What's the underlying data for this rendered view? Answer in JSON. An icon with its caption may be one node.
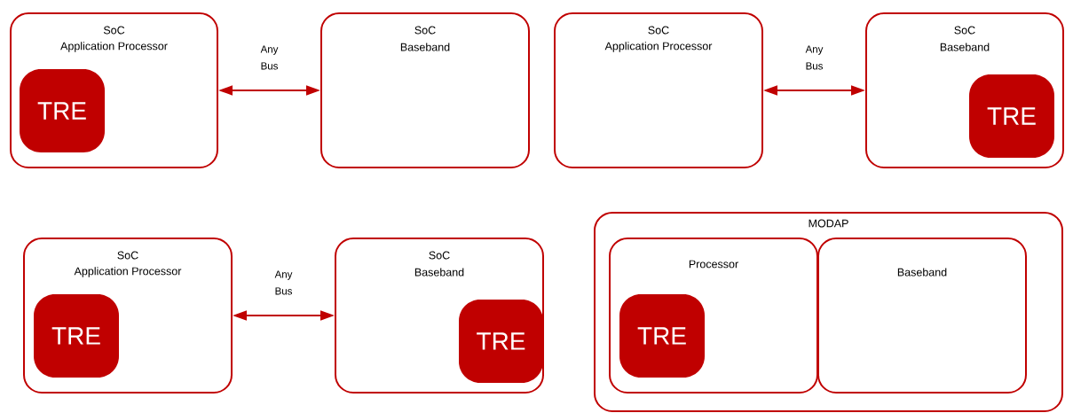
{
  "diagram": {
    "nodes": [
      {
        "text": [
          "SoC",
          "Application Processor"
        ]
      },
      {
        "text": [
          "TRE"
        ],
        "in": 0
      },
      {
        "text": [
          "SoC",
          "Baseband"
        ]
      },
      {
        "text": [
          "SoC",
          "Application Processor"
        ]
      },
      {
        "text": [
          "SoC",
          "Baseband"
        ]
      },
      {
        "text": [
          "TRE"
        ],
        "in": 4
      },
      {
        "text": [
          "SoC",
          "Application Processor"
        ]
      },
      {
        "text": [
          "TRE"
        ],
        "in": 6
      },
      {
        "text": [
          "SoC",
          "Baseband"
        ]
      },
      {
        "text": [
          "TRE"
        ],
        "in": 8
      },
      {
        "text": [
          "MODAP"
        ]
      },
      {
        "text": [
          "Processor"
        ],
        "in": 10
      },
      {
        "text": [
          "TRE"
        ],
        "in": 11
      },
      {
        "text": [
          "Baseband"
        ],
        "in": 10
      }
    ],
    "edges": [
      {
        "from": 0,
        "to": 2,
        "arrow": "both",
        "label": "Any Bus"
      },
      {
        "from": 3,
        "to": 4,
        "arrow": "both",
        "label": "Any Bus"
      },
      {
        "from": 6,
        "to": 8,
        "arrow": "both",
        "label": "Any Bus"
      }
    ]
  }
}
